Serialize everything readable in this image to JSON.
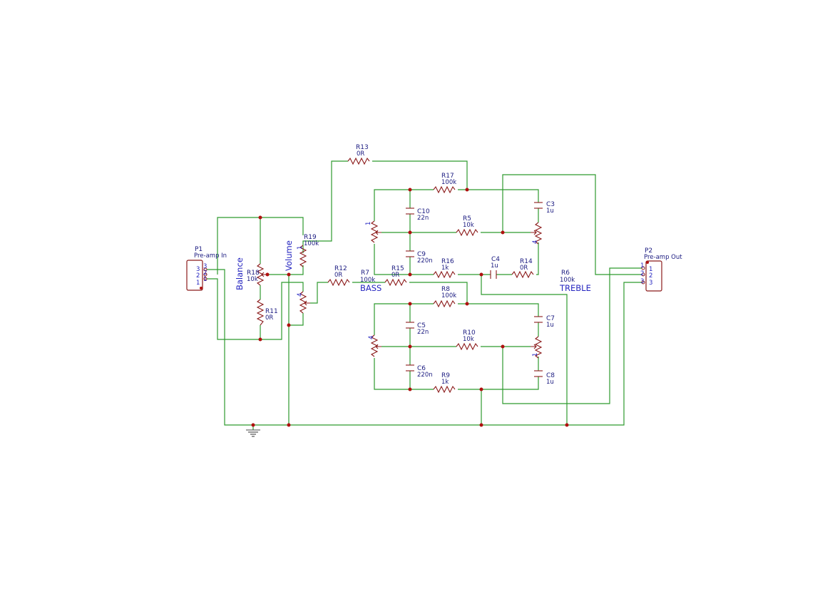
{
  "components": {
    "R13": {
      "ref": "R13",
      "value": "0R"
    },
    "R17": {
      "ref": "R17",
      "value": "100k"
    },
    "C10": {
      "ref": "C10",
      "value": "22n"
    },
    "R5": {
      "ref": "R5",
      "value": "10k"
    },
    "C3": {
      "ref": "C3",
      "value": "1u"
    },
    "C9": {
      "ref": "C9",
      "value": "220n"
    },
    "R16": {
      "ref": "R16",
      "value": "1k"
    },
    "C4": {
      "ref": "C4",
      "value": "1u"
    },
    "R14": {
      "ref": "R14",
      "value": "0R"
    },
    "R19": {
      "ref": "R19",
      "value": "100k"
    },
    "R18": {
      "ref": "R18",
      "value": "10k"
    },
    "R11": {
      "ref": "R11",
      "value": "0R"
    },
    "R12": {
      "ref": "R12",
      "value": "0R"
    },
    "R7": {
      "ref": "R7",
      "value": "100k"
    },
    "R15": {
      "ref": "R15",
      "value": "0R"
    },
    "R6": {
      "ref": "R6",
      "value": "100k"
    },
    "R8": {
      "ref": "R8",
      "value": "100k"
    },
    "C5": {
      "ref": "C5",
      "value": "22n"
    },
    "R10": {
      "ref": "R10",
      "value": "10k"
    },
    "C7": {
      "ref": "C7",
      "value": "1u"
    },
    "C6": {
      "ref": "C6",
      "value": "220n"
    },
    "R9": {
      "ref": "R9",
      "value": "1k"
    },
    "C8": {
      "ref": "C8",
      "value": "1u"
    }
  },
  "connectors": {
    "P1": {
      "ref": "P1",
      "name": "Pre-amp In",
      "pins": [
        "3",
        "2",
        "1"
      ]
    },
    "P2": {
      "ref": "P2",
      "name": "Pre-amp Out",
      "pins": [
        "1",
        "2",
        "3"
      ]
    }
  },
  "notes": {
    "balance": "Balance",
    "volume": "Volume",
    "bass": "BASS",
    "treble": "TREBLE"
  },
  "pot_pins": {
    "one": "1",
    "four": "4"
  },
  "colors": {
    "wire": "#2e9a2e",
    "component": "#8b1a1a",
    "junction": "#b01010",
    "text": "#1a1a80"
  }
}
